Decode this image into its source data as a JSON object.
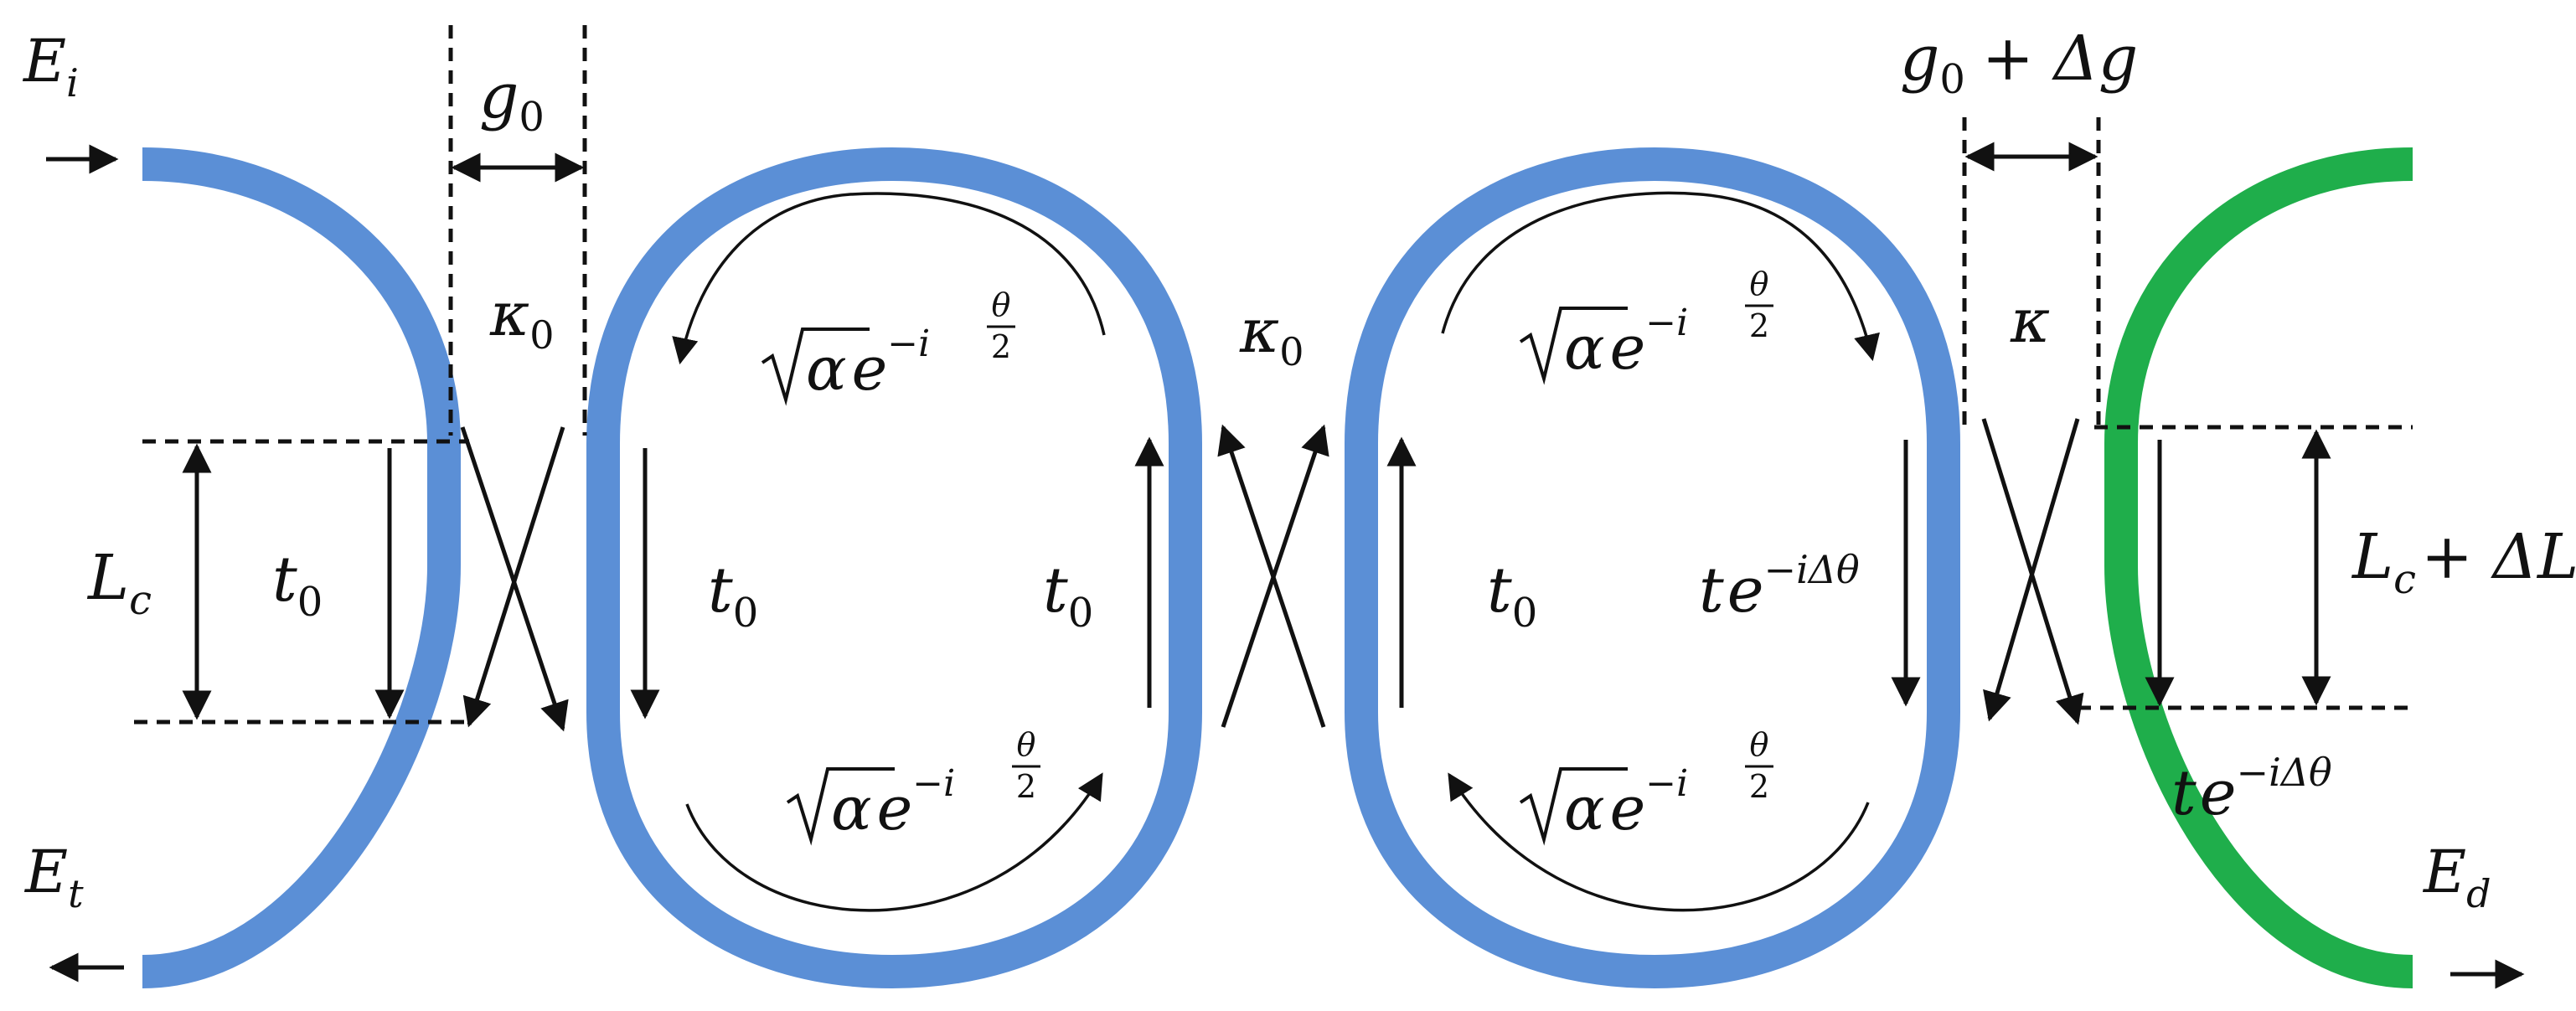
{
  "colors": {
    "waveguide": "#5b8fd6",
    "waveguide_edge": "#3e6fb3",
    "drop_waveguide": "#1fae4b",
    "ink": "#111111"
  },
  "labels": {
    "input_field": {
      "base": "E",
      "sub": "i"
    },
    "through_field": {
      "base": "E",
      "sub": "t"
    },
    "drop_field": {
      "base": "E",
      "sub": "d"
    },
    "gap_left": {
      "base": "g",
      "sub": "0"
    },
    "gap_right": {
      "base": "g",
      "sub": "0",
      "rest": "+ Δg"
    },
    "kappa_left": {
      "base": "κ",
      "sub": "0"
    },
    "kappa_mid": {
      "base": "κ",
      "sub": "0"
    },
    "kappa_right": {
      "base": "κ"
    },
    "coupling_len_left": {
      "base": "L",
      "sub": "c"
    },
    "coupling_len_right": {
      "base": "L",
      "sub": "c",
      "rest": "+ ΔL"
    },
    "t_bus": {
      "base": "t",
      "sub": "0"
    },
    "t_ring1_left": {
      "base": "t",
      "sub": "0"
    },
    "t_ring1_right": {
      "base": "t",
      "sub": "0"
    },
    "t_ring2_left": {
      "base": "t",
      "sub": "0"
    },
    "t_ring2_right": {
      "base": "t",
      "sup": "−iΔθ"
    },
    "t_drop": {
      "base": "t",
      "sup": "−iΔθ"
    },
    "phase": {
      "sqrt": "α",
      "e": "e",
      "sup_prefix": "−i",
      "frac_num": "θ",
      "frac_den": "2"
    }
  }
}
